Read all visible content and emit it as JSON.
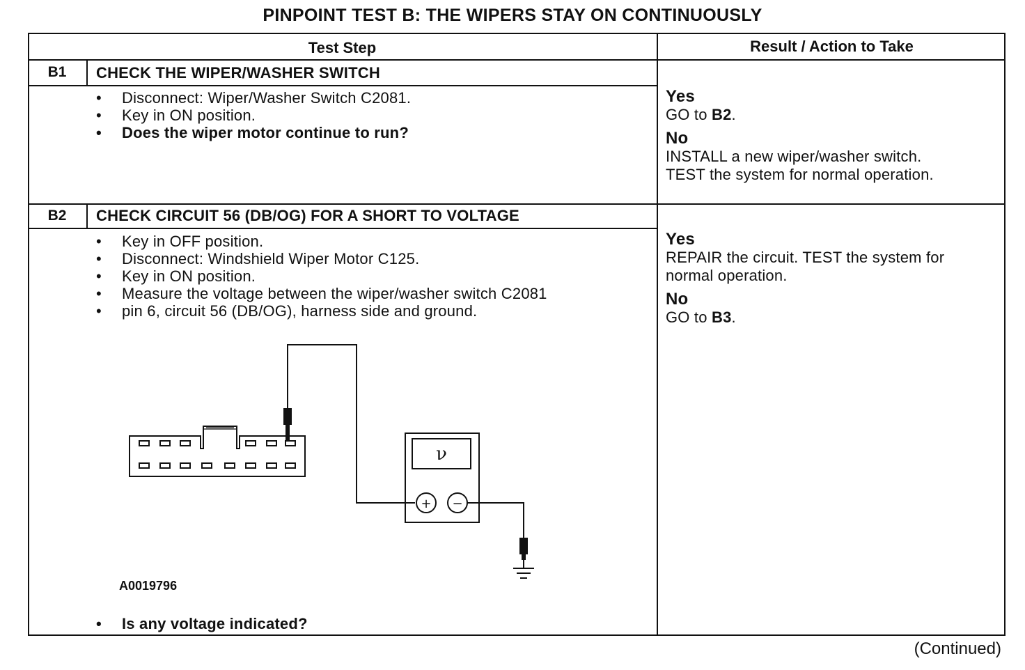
{
  "title": "PINPOINT TEST B: THE WIPERS STAY ON CONTINUOUSLY",
  "columns": {
    "test_step": "Test Step",
    "result": "Result / Action to Take"
  },
  "steps": [
    {
      "id": "B1",
      "title": "CHECK THE WIPER/WASHER SWITCH",
      "bullets": [
        "Disconnect: Wiper/Washer Switch C2081.",
        "Key in ON position.",
        "Does the wiper motor continue to run?"
      ],
      "yes_label": "Yes",
      "yes_prefix": "GO to ",
      "yes_ref": "B2",
      "yes_suffix": ".",
      "no_label": "No",
      "no_line1": "INSTALL a new wiper/washer switch.",
      "no_line2": "TEST the system for normal operation."
    },
    {
      "id": "B2",
      "title": "CHECK CIRCUIT 56 (DB/OG) FOR A SHORT TO VOLTAGE",
      "bullets": [
        "Key in OFF position.",
        "Disconnect: Windshield Wiper Motor C125.",
        "Key in ON position.",
        "Measure the voltage between the wiper/washer switch C2081",
        "pin 6, circuit 56 (DB/OG), harness side and ground."
      ],
      "question": "Is any voltage indicated?",
      "illustration_id": "A0019796",
      "meter_symbol": "ν",
      "meter_plus": "+",
      "meter_minus": "−",
      "yes_label": "Yes",
      "yes_line1": "REPAIR the circuit. TEST the system for",
      "yes_line2": "normal operation.",
      "no_label": "No",
      "no_prefix": "GO to ",
      "no_ref": "B3",
      "no_suffix": "."
    }
  ],
  "continued": "(Continued)"
}
